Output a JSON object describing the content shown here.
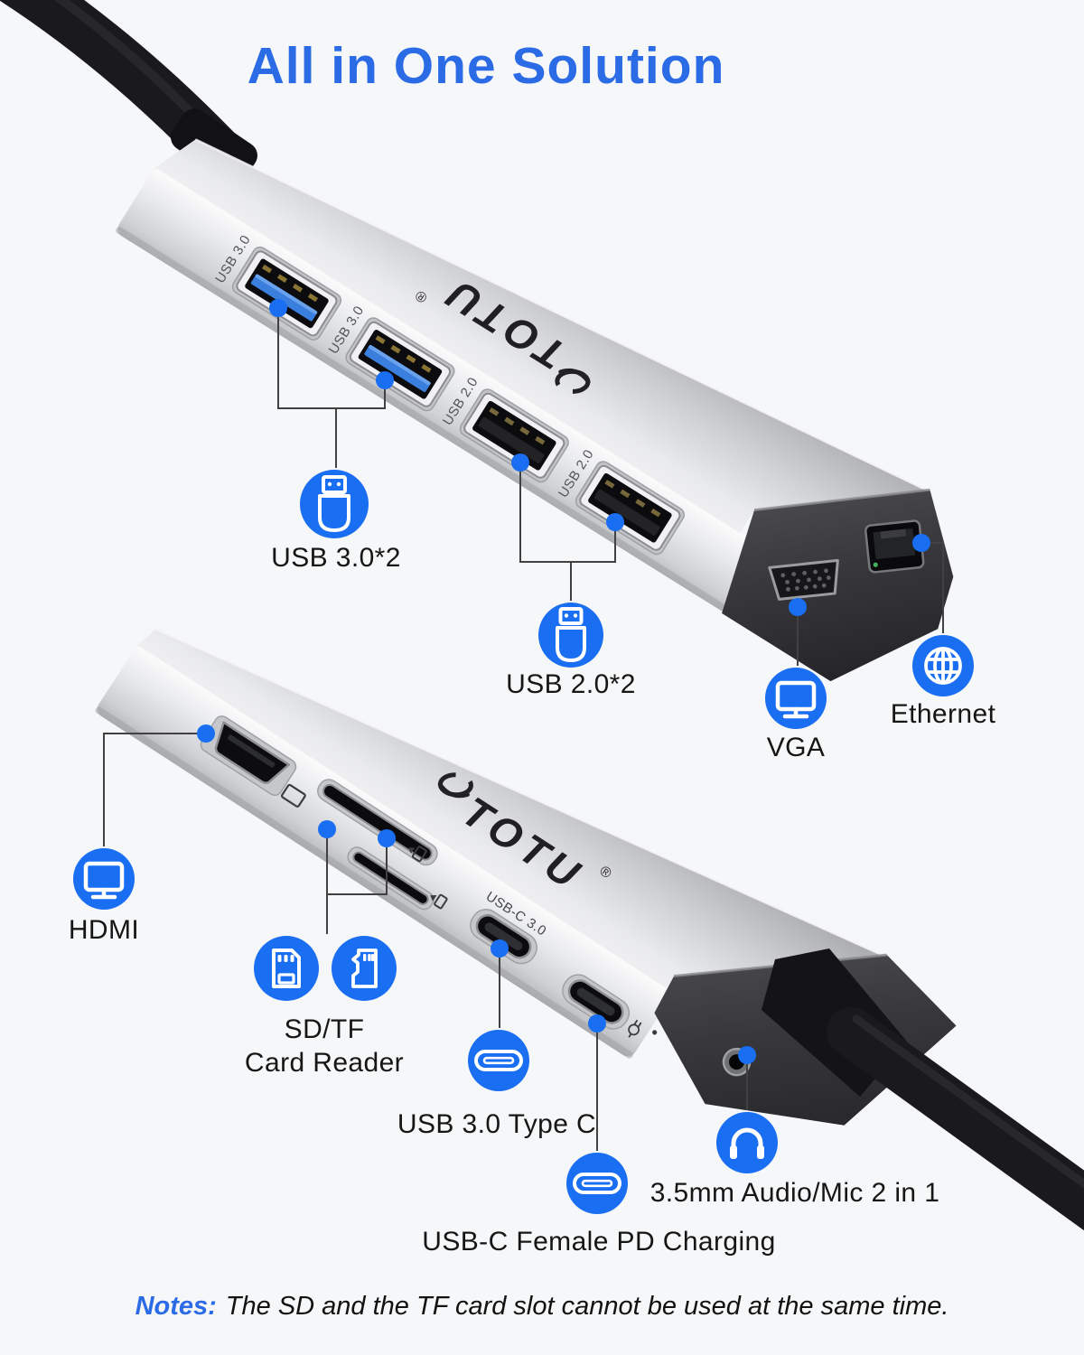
{
  "title": {
    "text": "All in One Solution",
    "color": "#2b6be6"
  },
  "brand": {
    "name": "TOTU",
    "registered": "®"
  },
  "top_device": {
    "port_prints": [
      "USB 3.0",
      "USB 3.0",
      "USB 2.0",
      "USB 2.0"
    ]
  },
  "bottom_device": {
    "port_prints": [
      "USB-C 3.0"
    ]
  },
  "callouts": {
    "usb3": {
      "label": "USB 3.0*2",
      "icon": "usb-drive-icon"
    },
    "usb2": {
      "label": "USB 2.0*2",
      "icon": "usb-drive-icon"
    },
    "vga": {
      "label": "VGA",
      "icon": "monitor-icon"
    },
    "ethernet": {
      "label": "Ethernet",
      "icon": "globe-icon"
    },
    "hdmi": {
      "label": "HDMI",
      "icon": "monitor-icon"
    },
    "sdtf": {
      "lines": [
        "SD/TF",
        "Card Reader"
      ],
      "icons": [
        "sd-card-icon",
        "micro-sd-icon"
      ]
    },
    "usbc3": {
      "label": "USB 3.0 Type C",
      "icon": "usb-c-icon"
    },
    "usbcpd": {
      "label": "USB-C Female PD Charging",
      "icon": "usb-c-icon"
    },
    "audio": {
      "label": "3.5mm Audio/Mic 2 in 1",
      "icon": "headphones-icon"
    }
  },
  "note": {
    "prefix": "Notes:",
    "text": "The SD and the TF card slot cannot be used at the same time.",
    "prefix_color": "#2b6be6"
  },
  "colors": {
    "background": "#f6f7f8",
    "accent_blue": "#1a6ef2",
    "title_blue": "#2b6be6",
    "connector_line": "#414141",
    "device_silver": "#cfd0d3",
    "device_dark_cap": "#3a3a3e",
    "usb3_tongue_blue": "#3a7ede"
  }
}
